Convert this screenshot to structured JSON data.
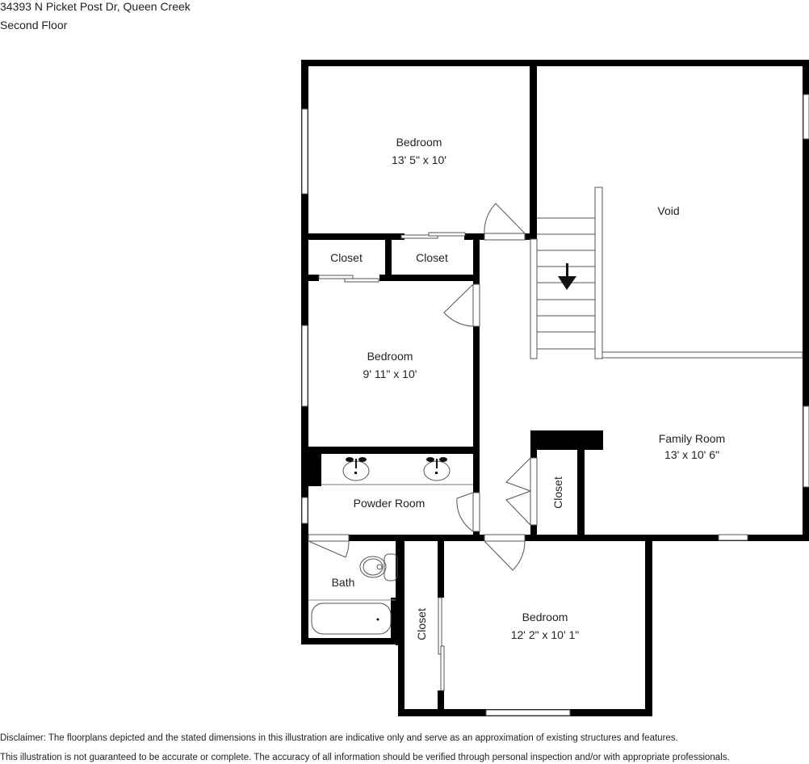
{
  "header": {
    "address": "34393 N Picket Post Dr, Queen Creek",
    "floor": "Second Floor"
  },
  "rooms": {
    "bedroom_top": {
      "name": "Bedroom",
      "dims": "13' 5\" x 10'"
    },
    "void": {
      "name": "Void"
    },
    "closet_left": {
      "name": "Closet"
    },
    "closet_right": {
      "name": "Closet"
    },
    "bedroom_mid": {
      "name": "Bedroom",
      "dims": "9' 11\" x 10'"
    },
    "family_room": {
      "name": "Family Room",
      "dims": "13' x 10' 6\""
    },
    "closet_hall": {
      "name": "Closet"
    },
    "powder_room": {
      "name": "Powder Room"
    },
    "bath": {
      "name": "Bath"
    },
    "closet_bottom": {
      "name": "Closet"
    },
    "bedroom_bottom": {
      "name": "Bedroom",
      "dims": "12' 2\" x 10' 1\""
    }
  },
  "symbols": {
    "stairs": "stairs-down-arrow-icon",
    "sink": "sink-icon",
    "toilet": "toilet-icon",
    "bathtub": "bathtub-icon"
  },
  "disclaimer": {
    "line1": "Disclaimer: The floorplans depicted and the stated dimensions in this illustration are indicative only and serve as an approximation of existing structures and features.",
    "line2": "This illustration is not guaranteed to be accurate or complete. The accuracy of all information should be verified through personal inspection and/or with appropriate professionals."
  },
  "colors": {
    "wall": "#000000",
    "line": "#555555",
    "background": "#ffffff"
  }
}
